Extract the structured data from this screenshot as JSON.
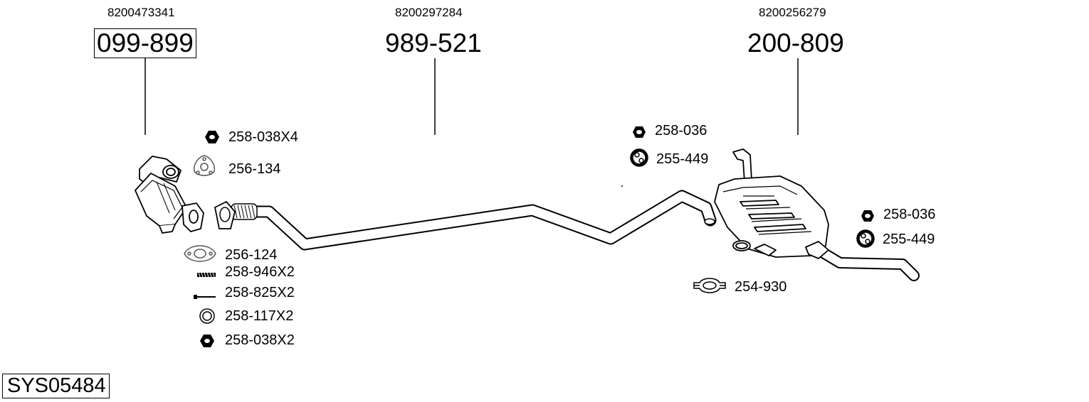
{
  "system_code": "SYS05484",
  "main_parts": [
    {
      "oem": "8200473341",
      "number": "099-899"
    },
    {
      "oem": "8200297284",
      "number": "989-521"
    },
    {
      "oem": "8200256279",
      "number": "200-809"
    }
  ],
  "accessories": {
    "front": [
      {
        "number": "258-038X4",
        "icon": "nut-icon"
      },
      {
        "number": "256-134",
        "icon": "flange-gasket-icon"
      },
      {
        "number": "256-124",
        "icon": "oval-gasket-icon"
      },
      {
        "number": "258-946X2",
        "icon": "spring-icon"
      },
      {
        "number": "258-825X2",
        "icon": "bolt-icon"
      },
      {
        "number": "258-117X2",
        "icon": "ring-icon"
      },
      {
        "number": "258-038X2",
        "icon": "nut-icon"
      }
    ],
    "middle": [
      {
        "number": "258-036",
        "icon": "nut-icon"
      },
      {
        "number": "255-449",
        "icon": "rubber-hanger-icon"
      }
    ],
    "rear": [
      {
        "number": "258-036",
        "icon": "nut-icon"
      },
      {
        "number": "255-449",
        "icon": "rubber-hanger-icon"
      },
      {
        "number": "254-930",
        "icon": "clamp-icon"
      }
    ]
  }
}
